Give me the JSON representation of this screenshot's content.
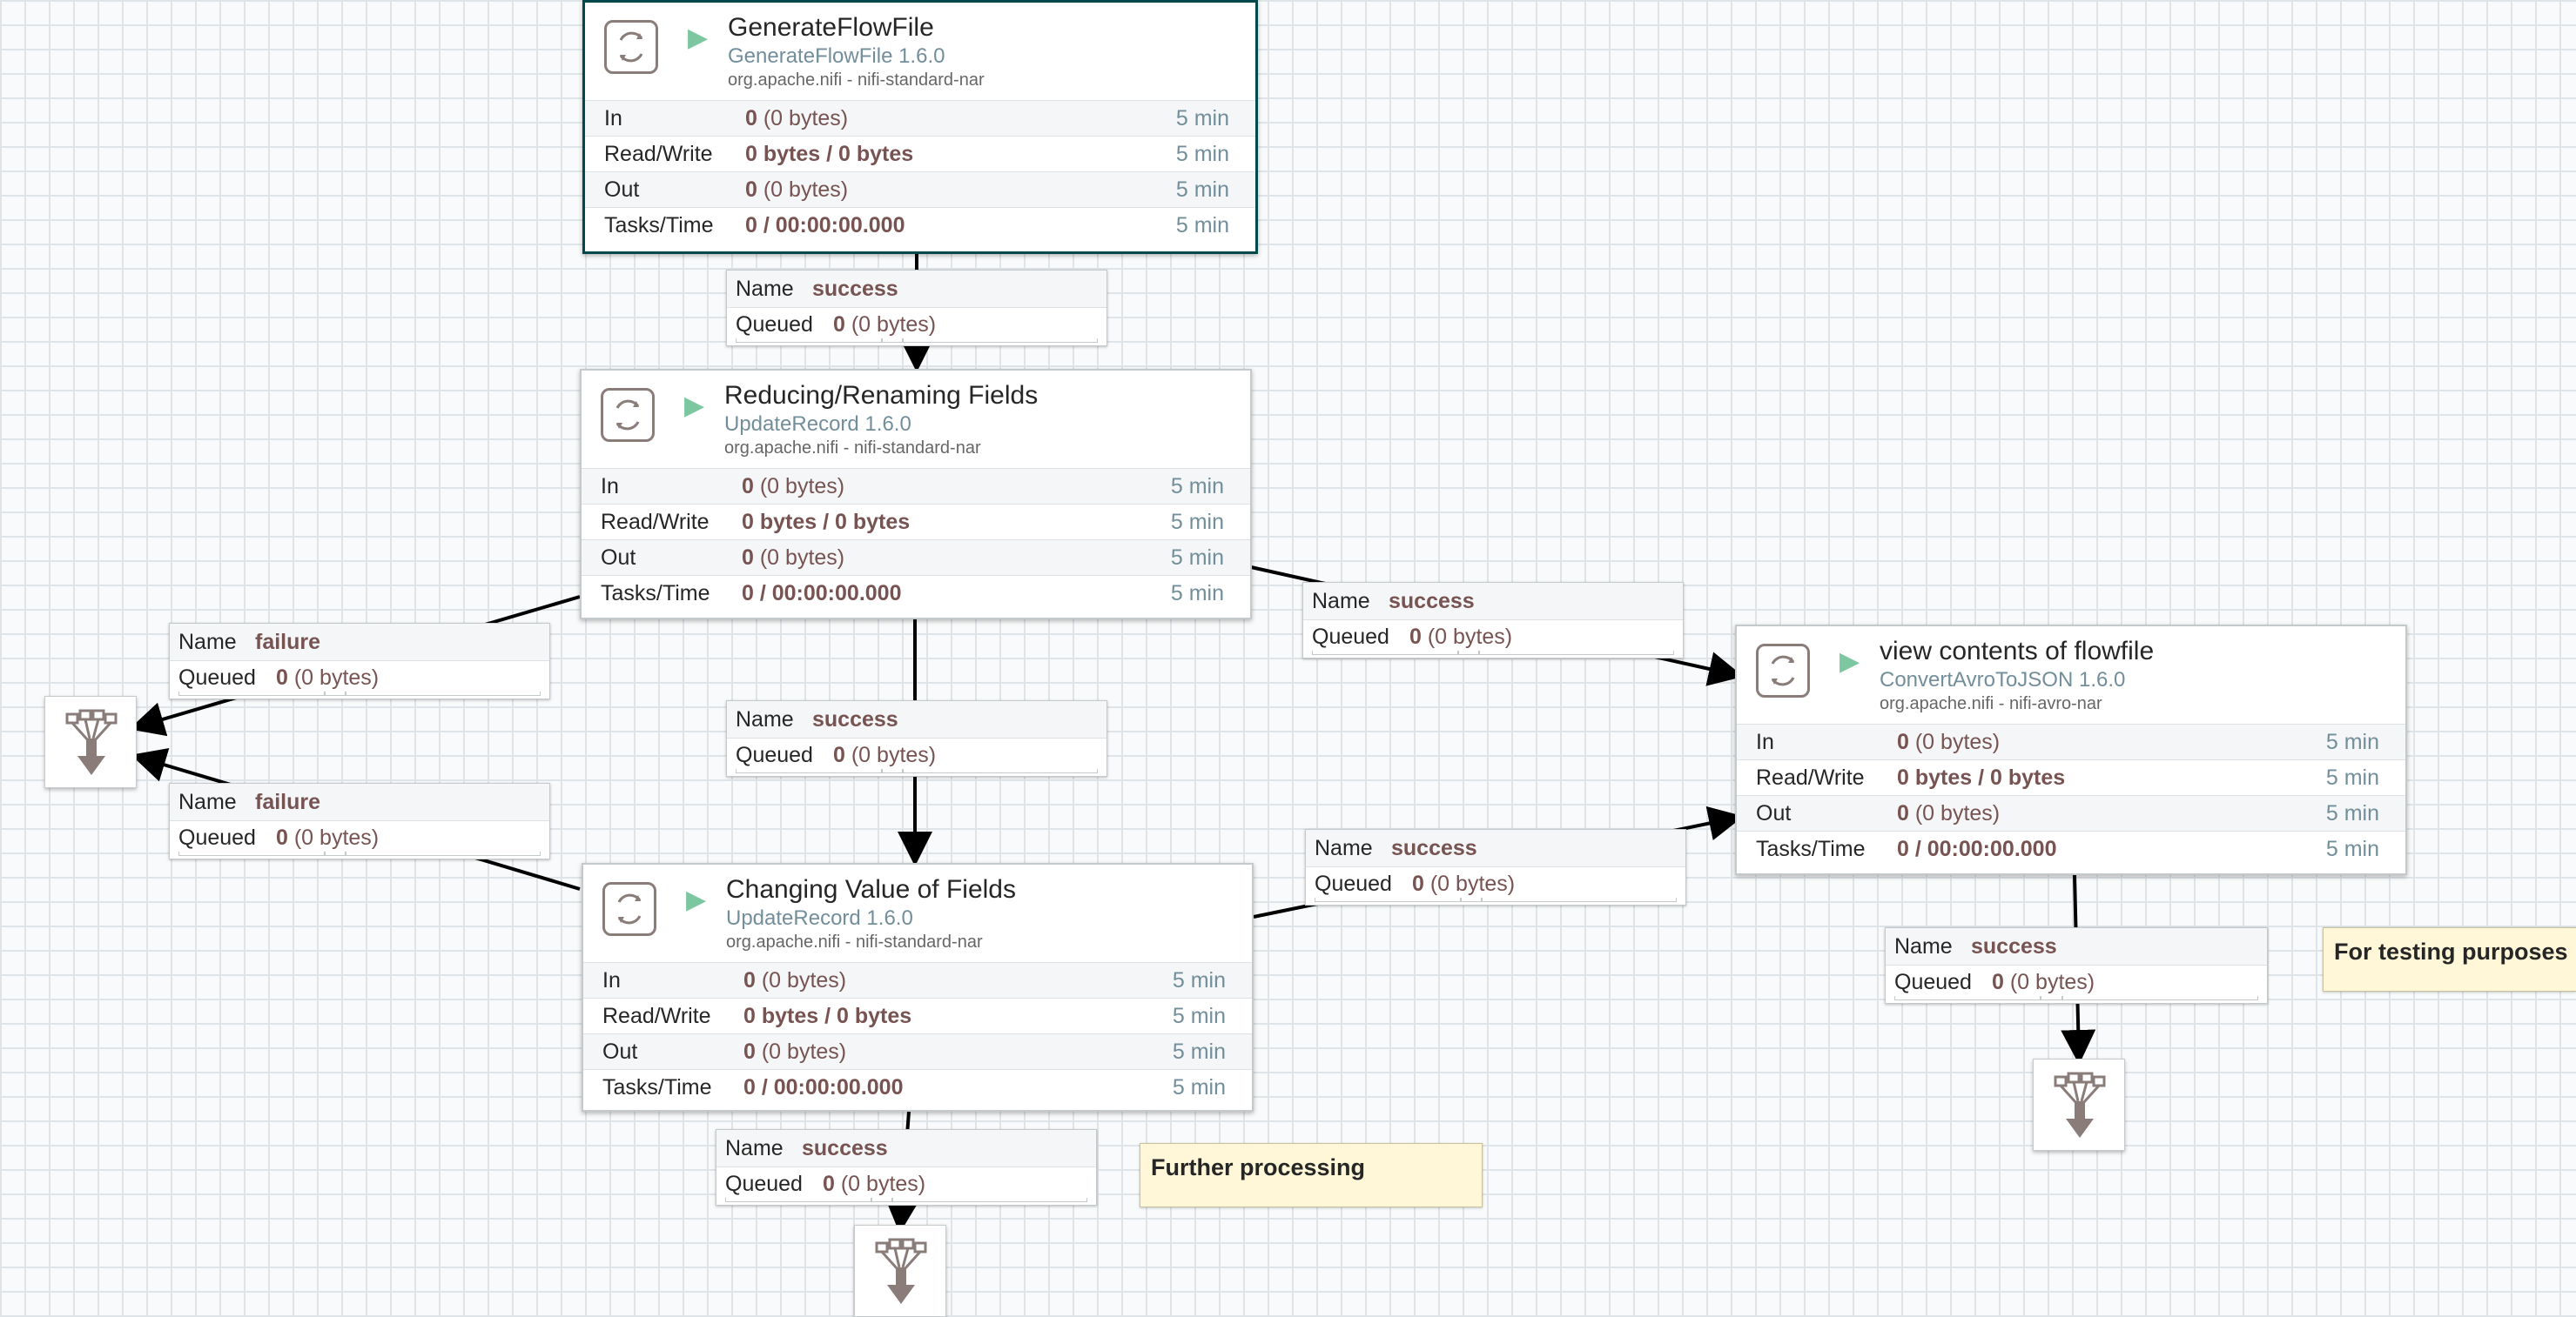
{
  "processors": [
    {
      "name": "GenerateFlowFile",
      "type": "GenerateFlowFile 1.6.0",
      "bundle": "org.apache.nifi - nifi-standard-nar",
      "stats": {
        "in_count": "0",
        "in_bytes": "(0 bytes)",
        "rw": "0 bytes / 0 bytes",
        "out_count": "0",
        "out_bytes": "(0 bytes)",
        "tasks": "0 / 00:00:00.000",
        "window": "5 min"
      }
    },
    {
      "name": "Reducing/Renaming Fields",
      "type": "UpdateRecord 1.6.0",
      "bundle": "org.apache.nifi - nifi-standard-nar",
      "stats": {
        "in_count": "0",
        "in_bytes": "(0 bytes)",
        "rw": "0 bytes / 0 bytes",
        "out_count": "0",
        "out_bytes": "(0 bytes)",
        "tasks": "0 / 00:00:00.000",
        "window": "5 min"
      }
    },
    {
      "name": "Changing Value of Fields",
      "type": "UpdateRecord 1.6.0",
      "bundle": "org.apache.nifi - nifi-standard-nar",
      "stats": {
        "in_count": "0",
        "in_bytes": "(0 bytes)",
        "rw": "0 bytes / 0 bytes",
        "out_count": "0",
        "out_bytes": "(0 bytes)",
        "tasks": "0 / 00:00:00.000",
        "window": "5 min"
      }
    },
    {
      "name": "view contents of flowfile",
      "type": "ConvertAvroToJSON 1.6.0",
      "bundle": "org.apache.nifi - nifi-avro-nar",
      "stats": {
        "in_count": "0",
        "in_bytes": "(0 bytes)",
        "rw": "0 bytes / 0 bytes",
        "out_count": "0",
        "out_bytes": "(0 bytes)",
        "tasks": "0 / 00:00:00.000",
        "window": "5 min"
      }
    }
  ],
  "stat_labels": {
    "in": "In",
    "rw": "Read/Write",
    "out": "Out",
    "tasks": "Tasks/Time"
  },
  "conn_labels": {
    "name": "Name",
    "queued": "Queued"
  },
  "connections": [
    {
      "relationship": "success",
      "queued_count": "0",
      "queued_bytes": "(0 bytes)"
    },
    {
      "relationship": "success",
      "queued_count": "0",
      "queued_bytes": "(0 bytes)"
    },
    {
      "relationship": "success",
      "queued_count": "0",
      "queued_bytes": "(0 bytes)"
    },
    {
      "relationship": "failure",
      "queued_count": "0",
      "queued_bytes": "(0 bytes)"
    },
    {
      "relationship": "failure",
      "queued_count": "0",
      "queued_bytes": "(0 bytes)"
    },
    {
      "relationship": "success",
      "queued_count": "0",
      "queued_bytes": "(0 bytes)"
    },
    {
      "relationship": "success",
      "queued_count": "0",
      "queued_bytes": "(0 bytes)"
    },
    {
      "relationship": "success",
      "queued_count": "0",
      "queued_bytes": "(0 bytes)"
    }
  ],
  "notes": [
    "Further processing",
    "For testing purposes"
  ],
  "colors": {
    "processor_name": "#262626",
    "processor_type": "#728e9b",
    "value": "#775351",
    "run_icon": "#7dc7a0",
    "selected_border": "#004849",
    "note_bg": "#fff7d7"
  },
  "icons": {
    "processor": "processor-icon",
    "run_status": "play-icon",
    "funnel": "funnel-icon"
  }
}
